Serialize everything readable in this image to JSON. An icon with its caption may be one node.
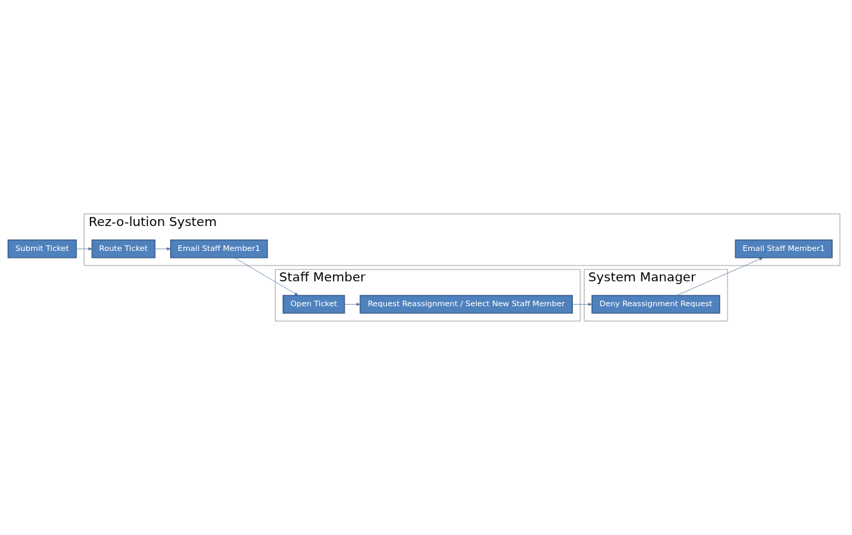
{
  "diagram": {
    "nodes": [
      {
        "text": [
          "Submit Ticket"
        ]
      },
      {
        "text": [
          "Rez-o-lution System"
        ]
      },
      {
        "text": [
          "Route Ticket"
        ],
        "in": 1
      },
      {
        "text": [
          "Email Staff Member1"
        ],
        "in": 1
      },
      {
        "text": [
          "Email Staff Member1"
        ],
        "in": 1
      },
      {
        "text": [
          "Staff Member"
        ]
      },
      {
        "text": [
          "Open Ticket"
        ],
        "in": 5
      },
      {
        "text": [
          "Request Reassignment / Select New Staff Member"
        ],
        "in": 5
      },
      {
        "text": [
          "System Manager"
        ]
      },
      {
        "text": [
          "Deny Reassignment Request"
        ],
        "in": 8
      }
    ],
    "edges": [
      {
        "from": 0,
        "to": 2,
        "arrow": "to"
      },
      {
        "from": 2,
        "to": 3,
        "arrow": "to"
      },
      {
        "from": 3,
        "to": 6,
        "arrow": "to"
      },
      {
        "from": 6,
        "to": 7,
        "arrow": "to"
      },
      {
        "from": 7,
        "to": 9,
        "arrow": "to"
      },
      {
        "from": 9,
        "to": 4,
        "arrow": "to"
      }
    ]
  }
}
